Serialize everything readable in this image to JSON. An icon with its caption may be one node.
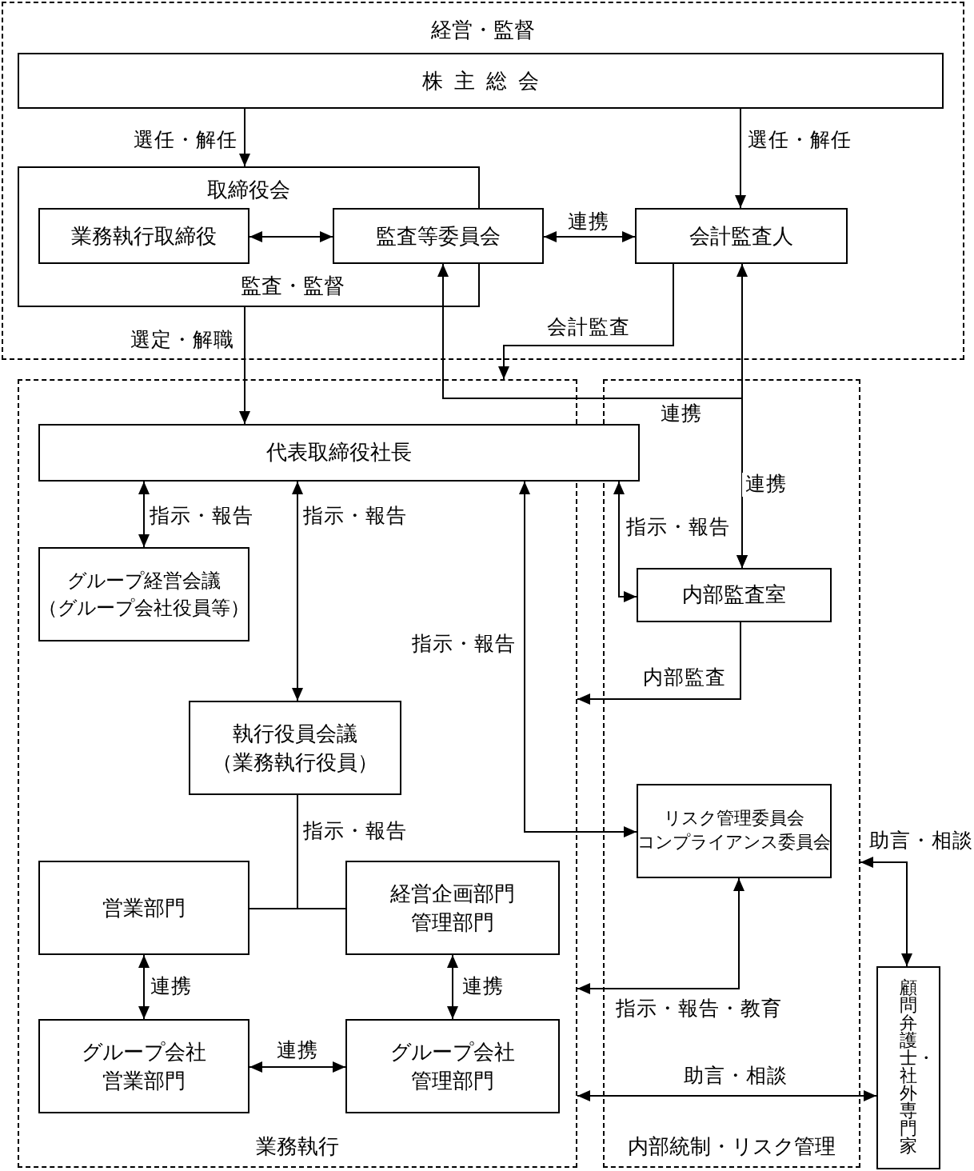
{
  "diagram": {
    "nodes": [
      {
        "text": [
          "経営・監督"
        ]
      },
      {
        "text": [
          "株主総会"
        ],
        "in": 0
      },
      {
        "text": [
          "取締役会",
          "監査・監督"
        ],
        "in": 0
      },
      {
        "text": [
          "業務執行取締役"
        ],
        "in": 2
      },
      {
        "text": [
          "監査等委員会"
        ],
        "in": 0
      },
      {
        "text": [
          "会計監査人"
        ],
        "in": 0
      },
      {
        "text": [
          "業務執行"
        ]
      },
      {
        "text": [
          "内部統制・リスク管理"
        ]
      },
      {
        "text": [
          "代表取締役社長"
        ]
      },
      {
        "text": [
          "グループ経営会議（グループ会社役員等）"
        ],
        "in": 6
      },
      {
        "text": [
          "執行役員会議（業務執行役員）"
        ],
        "in": 6
      },
      {
        "text": [
          "営業部門"
        ],
        "in": 6
      },
      {
        "text": [
          "経営企画部門管理部門"
        ],
        "in": 6
      },
      {
        "text": [
          "グループ会社営業部門"
        ],
        "in": 6
      },
      {
        "text": [
          "グループ会社管理部門"
        ],
        "in": 6
      },
      {
        "text": [
          "内部監査室"
        ],
        "in": 7
      },
      {
        "text": [
          "リスク管理委員会コンプライアンス委員会"
        ],
        "in": 7
      },
      {
        "text": [
          "顧問弁護士・社外専門家"
        ]
      }
    ],
    "edges": [
      {
        "from": 1,
        "to": 2,
        "arrow": "to",
        "label": "選任・解任"
      },
      {
        "from": 1,
        "to": 5,
        "arrow": "to",
        "label": "選任・解任"
      },
      {
        "from": 3,
        "to": 4,
        "arrow": "both"
      },
      {
        "from": 4,
        "to": 5,
        "arrow": "both",
        "label": "連携"
      },
      {
        "from": 2,
        "to": 8,
        "arrow": "to",
        "label": "選定・解職"
      },
      {
        "from": 5,
        "to": 6,
        "arrow": "to",
        "label": "会計監査"
      },
      {
        "from": 4,
        "to": 15,
        "arrow": "both",
        "label": "連携"
      },
      {
        "from": 5,
        "to": 15,
        "arrow": "both",
        "label": "連携"
      },
      {
        "from": 8,
        "to": 9,
        "arrow": "both",
        "label": "指示・報告"
      },
      {
        "from": 8,
        "to": 10,
        "arrow": "both",
        "label": "指示・報告"
      },
      {
        "from": 8,
        "to": 16,
        "arrow": "both",
        "label": "指示・報告"
      },
      {
        "from": 8,
        "to": 15,
        "arrow": "both",
        "label": "指示・報告"
      },
      {
        "from": 15,
        "to": 6,
        "arrow": "to",
        "label": "内部監査"
      },
      {
        "from": 10,
        "to": 11,
        "arrow": "none",
        "label": "指示・報告"
      },
      {
        "from": 10,
        "to": 12,
        "arrow": "none"
      },
      {
        "from": 11,
        "to": 13,
        "arrow": "both",
        "label": "連携"
      },
      {
        "from": 12,
        "to": 14,
        "arrow": "both",
        "label": "連携"
      },
      {
        "from": 13,
        "to": 14,
        "arrow": "both",
        "label": "連携"
      },
      {
        "from": 16,
        "to": 6,
        "arrow": "both",
        "label": "指示・報告・教育"
      },
      {
        "from": 7,
        "to": 17,
        "arrow": "both",
        "label": "助言・相談"
      },
      {
        "from": 6,
        "to": 17,
        "arrow": "both",
        "label": "助言・相談"
      }
    ]
  }
}
